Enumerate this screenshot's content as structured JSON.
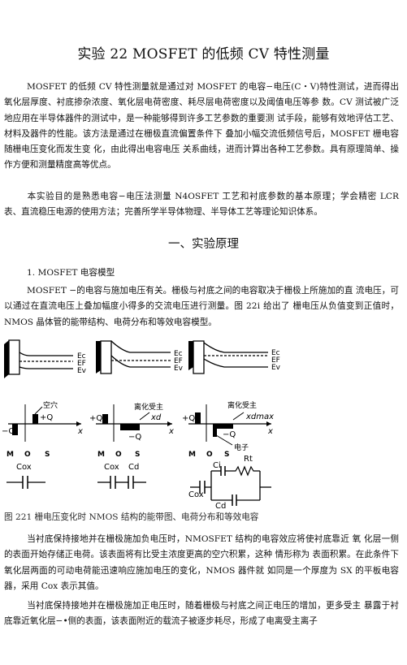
{
  "title": "实验 22 MOSFET 的低频 CV 特性测量",
  "intro": {
    "p1": "MOSFET 的低频 CV 特性测量就是通过对 MOSFET 的电容−电压(C・V)特性测试，进而得出氧化层厚度、衬底掺杂浓度、氧化层电荷密度、耗尽层电荷密度以及阈值电压等参 数。CV 测试被广泛地应用在半导体器件的测试中，是一种能够得到许多工艺参数的重要测 试手段，能够有效地评估工艺、材料及器件的性能。该方法是通过在栅极直流偏置条件下 叠加小幅交流低频信号后，MOSFET 栅电容随栅电压变化而发生变 化，由此得出电容电压 关系曲线，进而计算出各种工艺参数。具有原理简单、操作方便和测量精度高等优点。",
    "p2": "本实验目的是熟悉电容−电压法测量 N4OSFET 工艺和衬底参数的基本原理；学会精密 LCR 表、直流稳压电源的使用方法；完善所学半导体物理、半导体工艺等理论知识体系。"
  },
  "section_heading": "一、实验原理",
  "subsection": "1. MOSFET 电容模型",
  "principle": {
    "p1": "MOSFET −的电容与施加电压有关。栅极与衬底之间的电容取决于栅极上所施加的直 流电压，可以通过在直流电压上叠加幅度小得多的交流电压进行测量。图 22ⅰ 给出了 栅电压从负值变到正值时，NMOS 晶体管的能带结构、电荷分布和等效电容模型。"
  },
  "figure": {
    "band_labels": [
      "Ec",
      "EF",
      "Ev"
    ],
    "charge_labels": {
      "panel1": [
        "空穴",
        "+Q",
        "−Q",
        "x"
      ],
      "panel2": [
        "离化受主",
        "+Q",
        "xd",
        "−Q",
        "x"
      ],
      "panel3": [
        "离化受主",
        "+Q",
        "xdmax",
        "−Q",
        "x",
        "电子"
      ]
    },
    "mos_labels": [
      "M",
      "O",
      "S"
    ],
    "circuit_labels": {
      "panel1": [
        "Cox"
      ],
      "panel2": [
        "Cox",
        "Cd"
      ],
      "panel3": [
        "Ci",
        "Rt",
        "Cox",
        "Cd"
      ]
    }
  },
  "caption": "图 221 栅电压变化时 NMOS 结构的能带图、电荷分布和等效电容",
  "body": {
    "p1": "当衬底保持接地并在栅极施加负电压时，NMOSFET 结构的电容效应将使衬底靠近 氧 化层一侧的表面开始存储正电荷。该表面将有比受主浓度更高的空穴积累，这种 情形称为 表面积累。在此条件下氧化层两面的可动电荷能迅速响应施加电压的变化，NMOS 器件就 如同是一个厚度为 SX 的平板电容器，采用 Cox 表示其值。",
    "p2": "当衬底保持接地并在栅极施加正电压时，随着栅极与衬底之间正电压的增加，更多受主 暴露于衬底靠近氧化层−•侧的表面，该表面附近的载流子被逐步耗尽，形成了电离受主离子"
  }
}
